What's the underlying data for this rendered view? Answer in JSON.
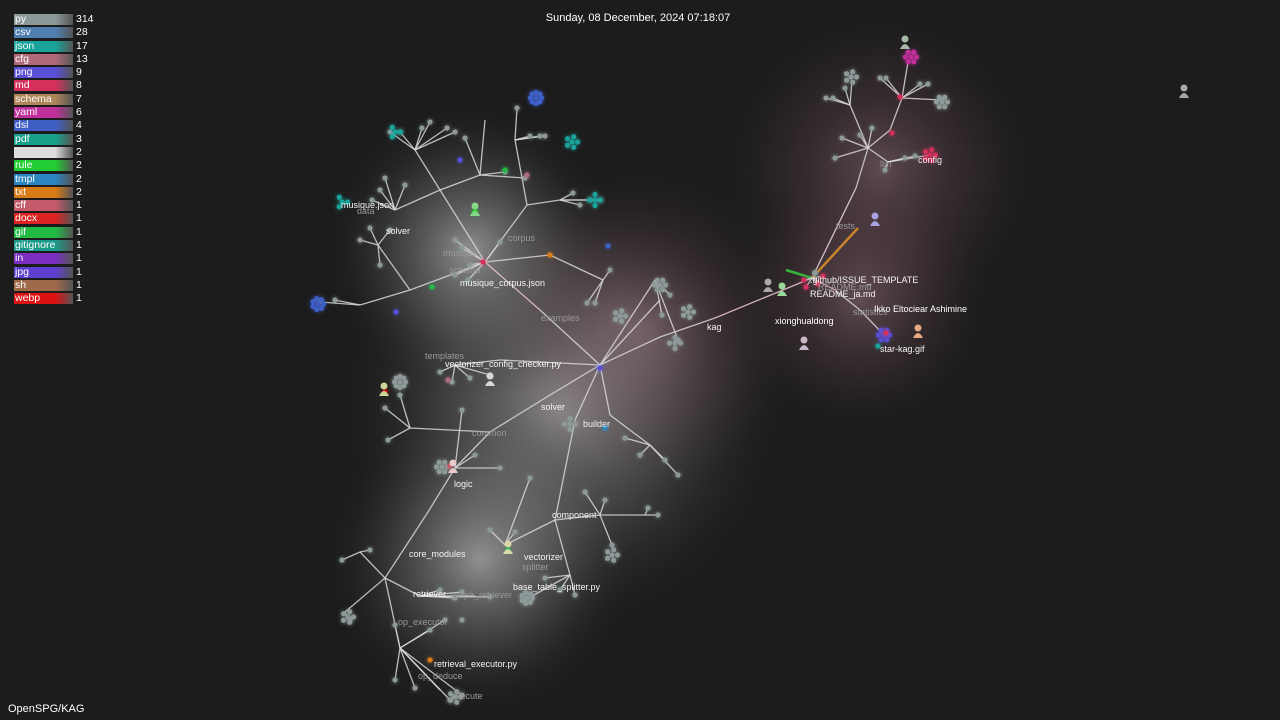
{
  "window": {
    "title": "OpenSPG/KAG"
  },
  "header": {
    "datetime": "Sunday, 08 December, 2024 07:18:07"
  },
  "legend": [
    {
      "ext": "py",
      "count": "314",
      "color": "#8d9a99"
    },
    {
      "ext": "csv",
      "count": "28",
      "color": "#4f7fb0"
    },
    {
      "ext": "json",
      "count": "17",
      "color": "#19a39a"
    },
    {
      "ext": "cfg",
      "count": "13",
      "color": "#b06a7a"
    },
    {
      "ext": "png",
      "count": "9",
      "color": "#5a4fd8"
    },
    {
      "ext": "md",
      "count": "8",
      "color": "#d4305a"
    },
    {
      "ext": "schema",
      "count": "7",
      "color": "#b0865a"
    },
    {
      "ext": "yaml",
      "count": "6",
      "color": "#c12f9a"
    },
    {
      "ext": "dsl",
      "count": "4",
      "color": "#3f5fc6"
    },
    {
      "ext": "pdf",
      "count": "3",
      "color": "#17a08a"
    },
    {
      "ext": "",
      "count": "2",
      "color": "#dcdcdc"
    },
    {
      "ext": "rule",
      "count": "2",
      "color": "#22cc33"
    },
    {
      "ext": "tmpl",
      "count": "2",
      "color": "#2a85c0"
    },
    {
      "ext": "txt",
      "count": "2",
      "color": "#d97b16"
    },
    {
      "ext": "cff",
      "count": "1",
      "color": "#c45a6a"
    },
    {
      "ext": "docx",
      "count": "1",
      "color": "#dd2222"
    },
    {
      "ext": "gif",
      "count": "1",
      "color": "#22bb44"
    },
    {
      "ext": "gitignore",
      "count": "1",
      "color": "#1a9a8a"
    },
    {
      "ext": "in",
      "count": "1",
      "color": "#7a2fc0"
    },
    {
      "ext": "jpg",
      "count": "1",
      "color": "#5f3fd0"
    },
    {
      "ext": "sh",
      "count": "1",
      "color": "#a06a4a"
    },
    {
      "ext": "webp",
      "count": "1",
      "color": "#dd1111"
    }
  ],
  "graph": {
    "dir_labels": [
      "kag",
      "examples",
      "solver",
      "builder",
      "common",
      "logic",
      "component",
      "vectorizer",
      "splitter",
      "core_modules",
      "retriever",
      "op_executor",
      "op_deduce",
      "execute",
      "tests",
      "llm",
      "config",
      "data",
      "musique",
      "corpus",
      "schema",
      "statistics",
      "templates",
      "solver",
      "graph_retriever"
    ],
    "file_labels": [
      "musique.json",
      "musique_corpus.json",
      "vectorizer_config_checker.py",
      "base_table_splitter.py",
      "retrieval_executor.py",
      ".github/ISSUE_TEMPLATE",
      "README_ja.md",
      "README.md",
      "star-kag.gif"
    ],
    "users": [
      "xionghualdong",
      "Ikko Eltociear Ashimine"
    ]
  }
}
